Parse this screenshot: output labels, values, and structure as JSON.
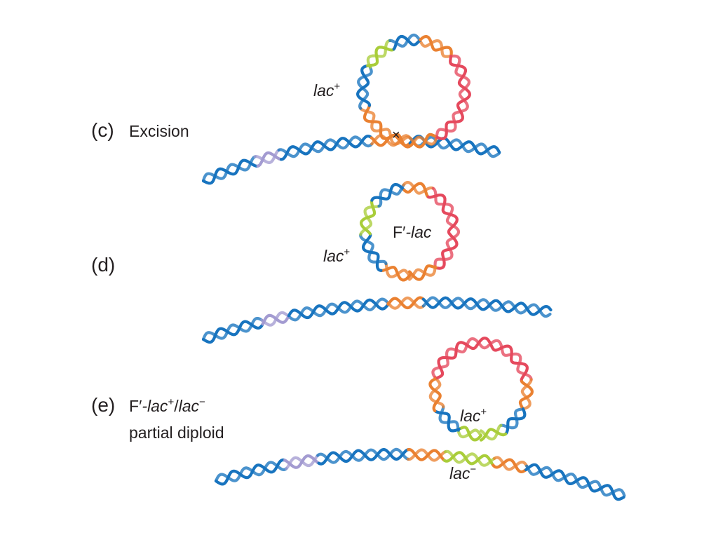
{
  "colors": {
    "blue": "#1874bf",
    "purple": "#a39bd1",
    "orange": "#ea8131",
    "red": "#e5495d",
    "green": "#a9cd3a",
    "text": "#231f20"
  },
  "panels": [
    {
      "tag": "(c)",
      "description": "Excision"
    },
    {
      "tag": "(d)",
      "description": ""
    },
    {
      "tag": "(e)",
      "description_prefix": "F",
      "description_prime": "′",
      "description_gene1": "-lac",
      "description_sup1": "+",
      "description_slash": "/",
      "description_gene2": "lac",
      "description_sup2": "−",
      "description_line2": "partial diploid"
    }
  ],
  "labels": {
    "c_lac_plus": {
      "text": "lac",
      "sup": "+"
    },
    "c_cross": "×",
    "d_plasmid": {
      "prefix": "F",
      "prime": "′",
      "gene": "-lac"
    },
    "d_lac_plus": {
      "text": "lac",
      "sup": "+"
    },
    "e_lac_plus": {
      "text": "lac",
      "sup": "+"
    },
    "e_lac_minus": {
      "text": "lac",
      "sup": "−"
    }
  }
}
